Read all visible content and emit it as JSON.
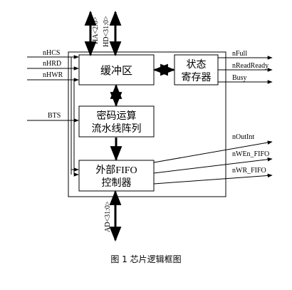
{
  "diagram": {
    "blocks": {
      "buffer": "缓冲区",
      "status_line1": "状态",
      "status_line2": "寄存器",
      "crypto_line1": "密码运算",
      "crypto_line2": "流水线阵列",
      "fifo_line1": "外部FIFO",
      "fifo_line2": "控制器"
    },
    "left_signals": [
      "nHCS",
      "nHRD",
      "nHWR",
      "BTS"
    ],
    "right_status_signals": [
      "nFull",
      "nReadReady",
      "Busy"
    ],
    "right_fifo_signals": [
      "nOutInt",
      "nWEn_FIFO",
      "nWR_FIFO"
    ],
    "top_buses": [
      "HA<2:0>",
      "HD<31:0>"
    ],
    "bottom_bus": "AD<31:0>"
  },
  "caption": "图 1  芯片逻辑框图"
}
